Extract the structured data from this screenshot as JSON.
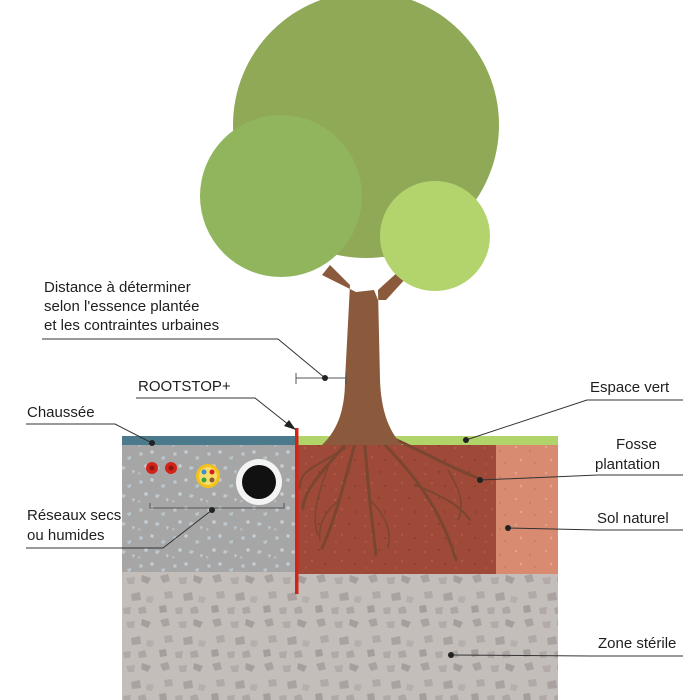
{
  "labels": {
    "distance": [
      "Distance à déterminer",
      "selon l'essence plantée",
      "et les contraintes urbaines"
    ],
    "rootstop": "ROOTSTOP+",
    "chaussee": "Chaussée",
    "espace_vert": "Espace vert",
    "fosse": [
      "Fosse",
      "plantation"
    ],
    "sol_naturel": "Sol naturel",
    "reseaux": [
      "Réseaux secs",
      "ou humides"
    ],
    "zone_sterile": "Zone stérile"
  },
  "colors": {
    "canopy_large": "#8fa957",
    "canopy_left": "#90b55c",
    "canopy_small": "#b3d46d",
    "trunk": "#8b5a3c",
    "roots": "#7a4630",
    "grass": "#b1d46a",
    "fosse_soil": "#9f4a38",
    "sol_naturel": "#d98b72",
    "road_surface": "#4b7a8c",
    "road_base": "#a6a6a6",
    "zone_sterile": "#c4bebb",
    "rootstop": "#d4241a"
  },
  "icons": {
    "small_pipes": "pipe-icon",
    "cable_bundle": "cable-bundle-icon",
    "large_pipe": "large-pipe-icon"
  }
}
